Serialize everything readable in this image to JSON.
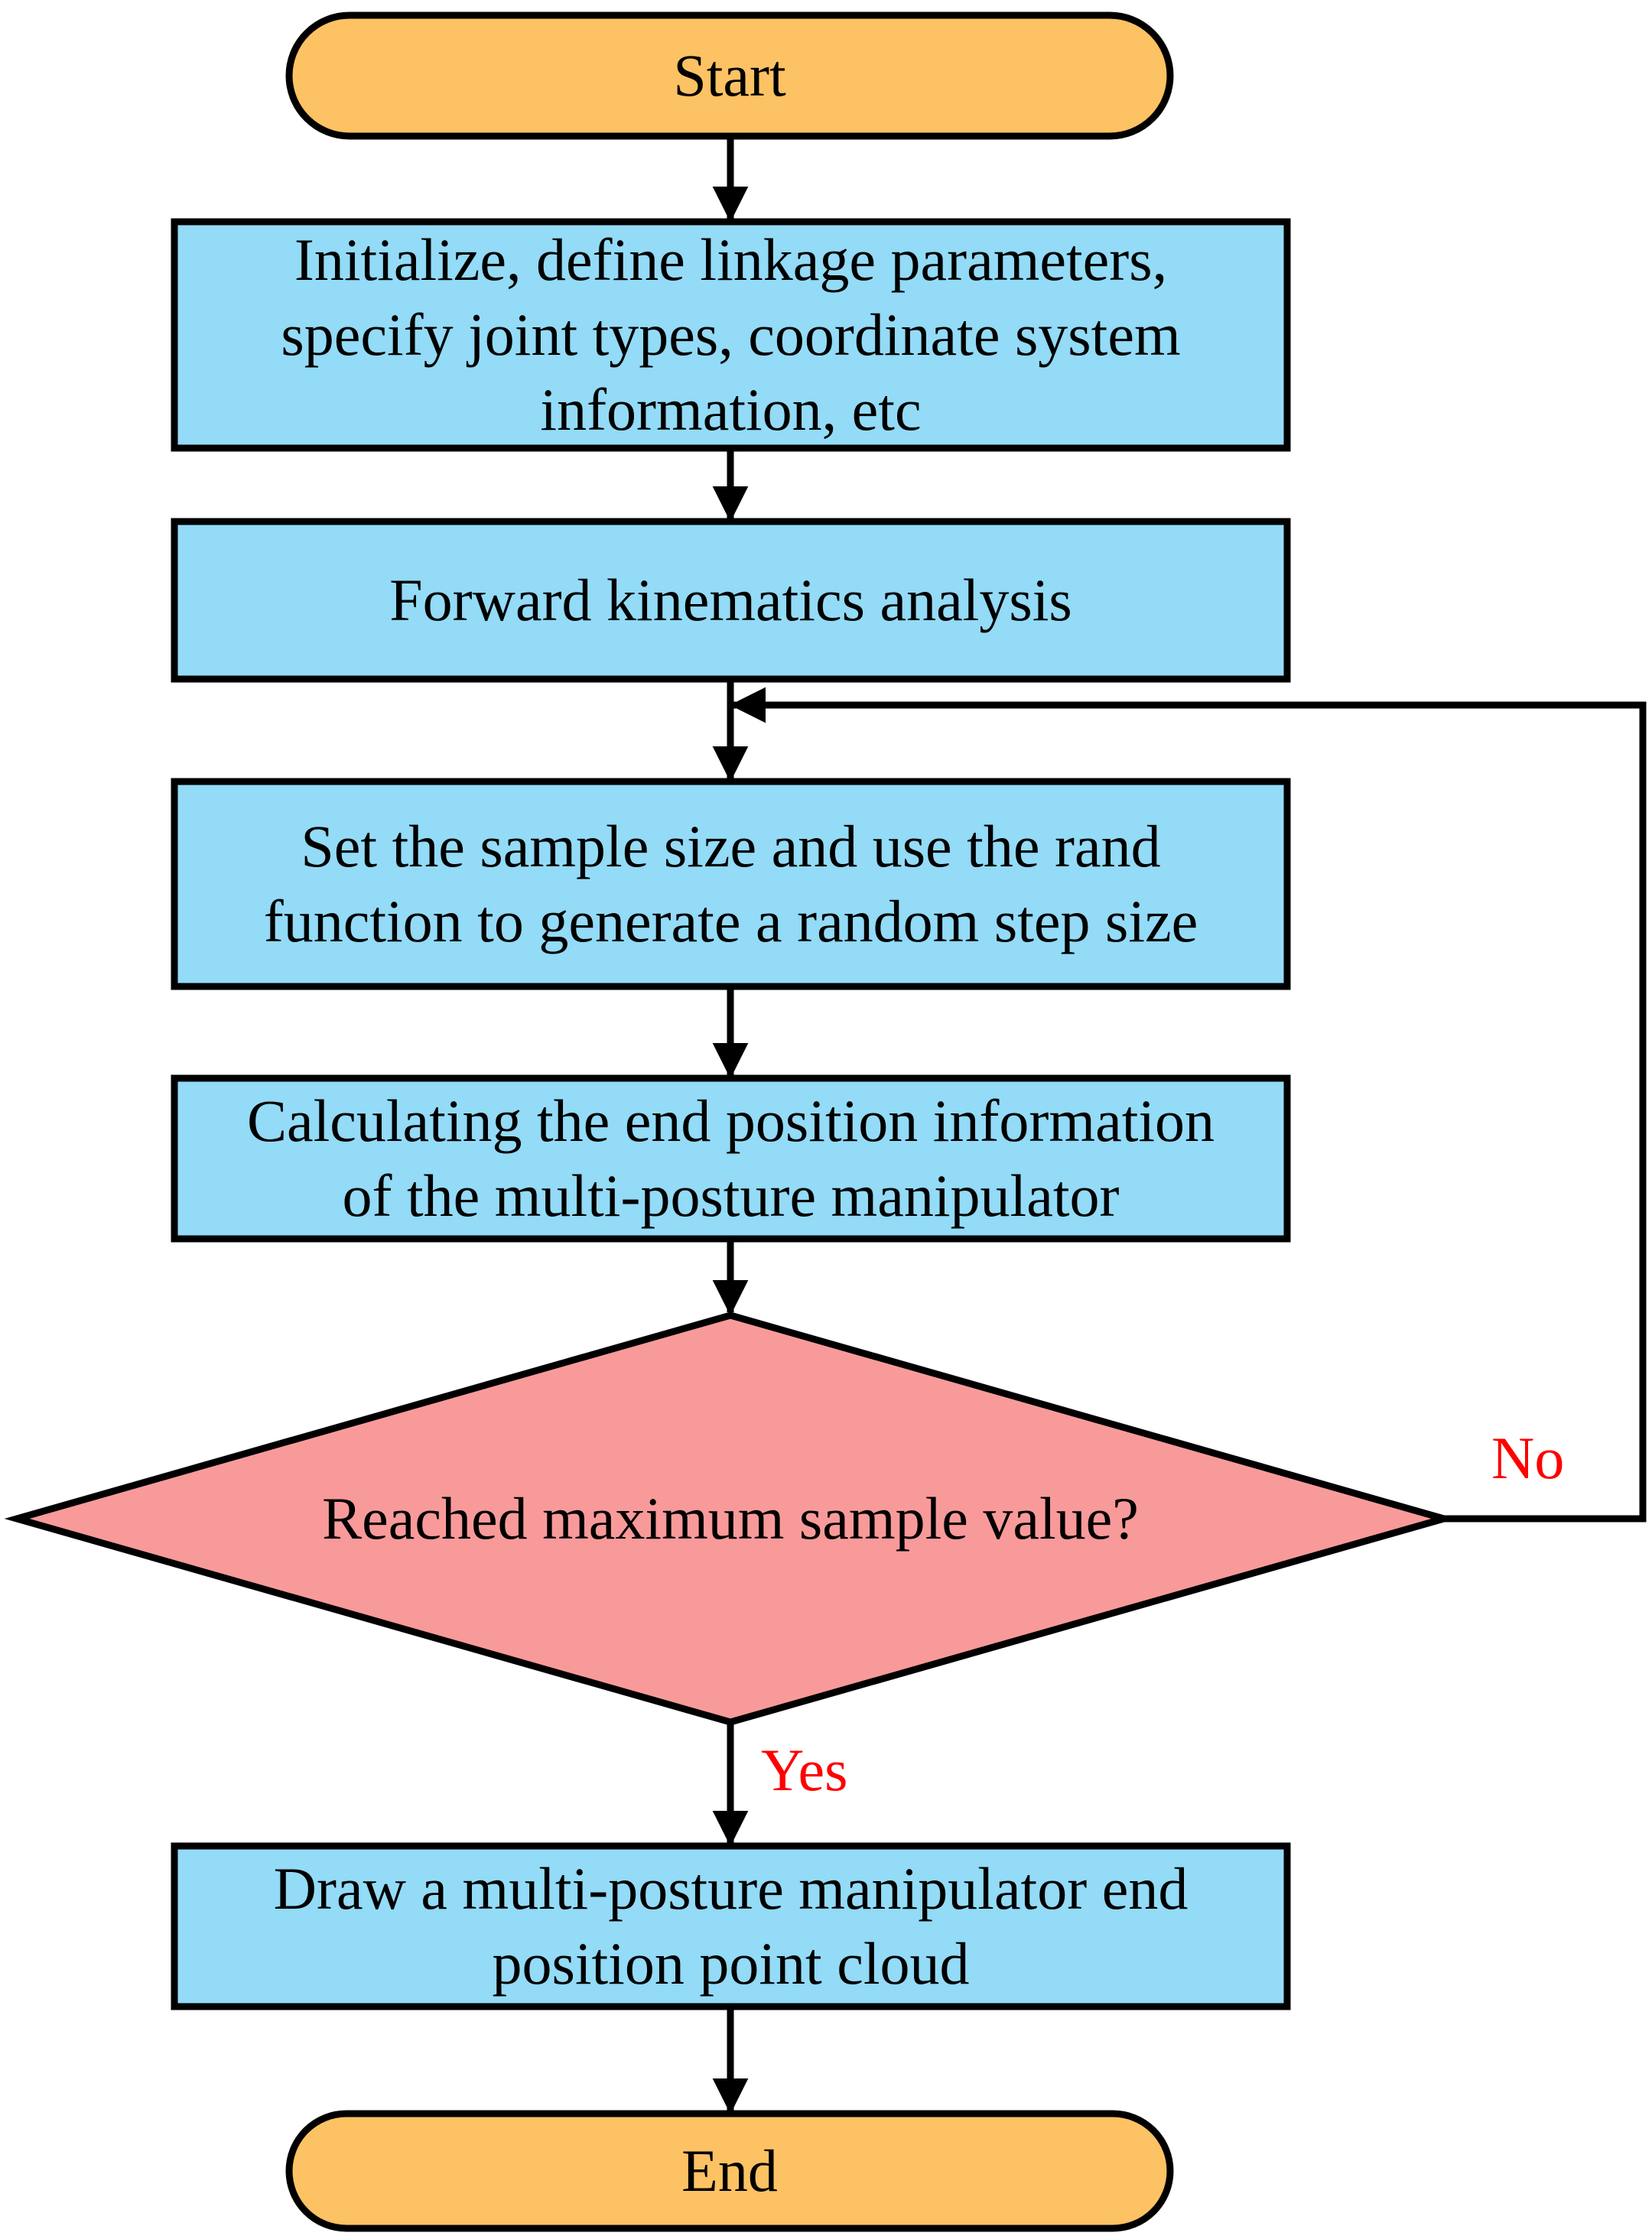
{
  "colors": {
    "terminal_fill": "#FDC263",
    "process_fill": "#93DBF7",
    "decision_fill": "#F99A9A",
    "stroke": "#000000",
    "label": "#FF0000"
  },
  "nodes": {
    "start": {
      "label": "Start"
    },
    "init": {
      "label": "Initialize, define linkage parameters,\nspecify joint types, coordinate system\ninformation, etc"
    },
    "forward": {
      "label": "Forward kinematics analysis"
    },
    "sample": {
      "label": "Set the sample size and use the rand\nfunction to generate a random step size"
    },
    "calc": {
      "label": "Calculating the end position information\nof the multi-posture manipulator"
    },
    "decision": {
      "label": "Reached maximum sample value?"
    },
    "draw": {
      "label": "Draw a multi-posture manipulator end\nposition point cloud"
    },
    "end": {
      "label": "End"
    }
  },
  "edges": {
    "no_label": "No",
    "yes_label": "Yes"
  }
}
